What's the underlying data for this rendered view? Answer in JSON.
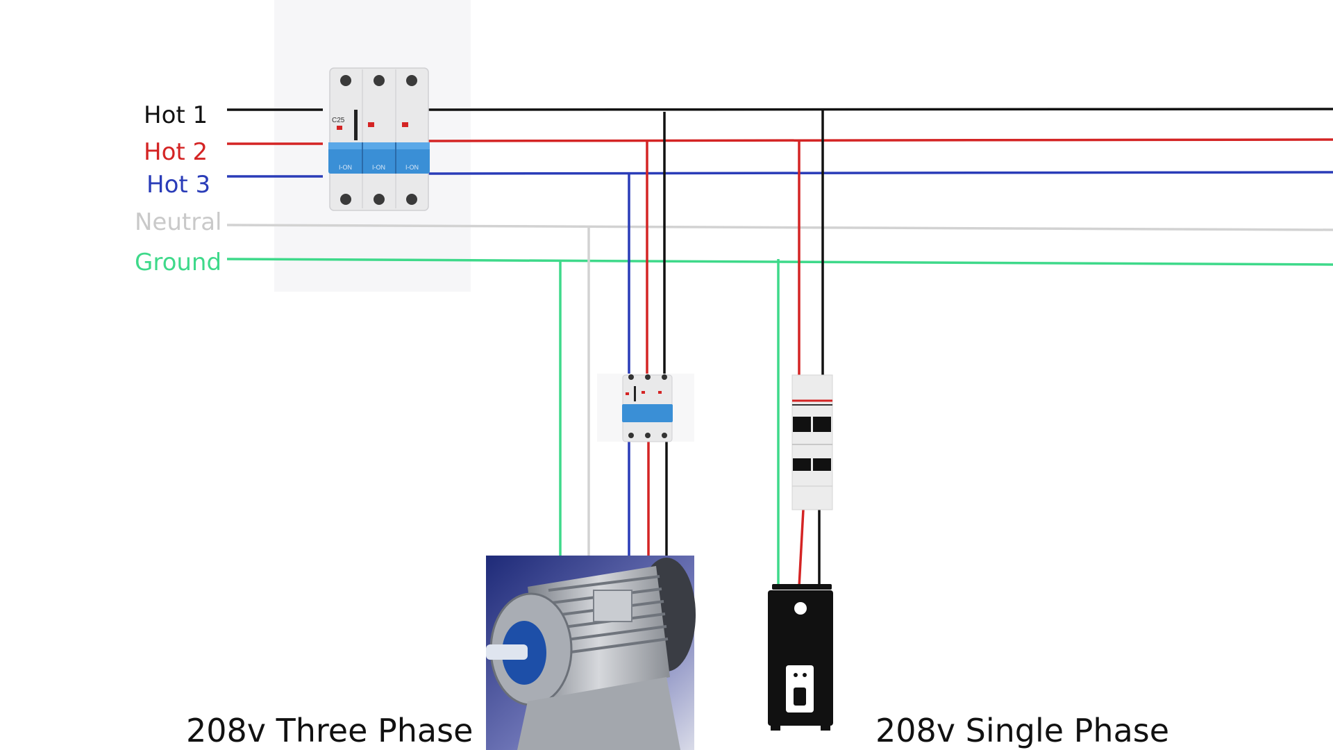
{
  "wire_labels": {
    "hot1": "Hot 1",
    "hot2": "Hot 2",
    "hot3": "Hot 3",
    "neutral": "Neutral",
    "ground": "Ground"
  },
  "captions": {
    "three_phase": "208v Three Phase",
    "single_phase": "208v Single Phase"
  },
  "breaker": {
    "rating": "C25",
    "toggle_text": "I-ON"
  },
  "colors": {
    "hot1": "#111111",
    "hot2": "#d42424",
    "hot3": "#2a3cb8",
    "neutral": "#d2d2d2",
    "ground": "#3ed98a",
    "breaker_blue": "#3a8fd6",
    "background": "#ffffff"
  },
  "icons": {
    "main_breaker": "three-pole-breaker-icon",
    "three_phase_breaker": "three-pole-breaker-icon",
    "single_phase_breaker": "two-pole-breaker-icon",
    "motor": "electric-motor-icon",
    "water_heater": "water-heater-icon"
  }
}
